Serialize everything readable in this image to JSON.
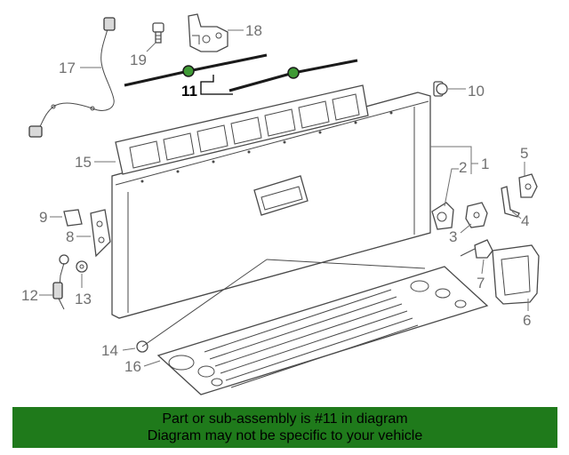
{
  "callouts": {
    "c1": "1",
    "c2": "2",
    "c3": "3",
    "c4": "4",
    "c5": "5",
    "c6": "6",
    "c7": "7",
    "c8": "8",
    "c9": "9",
    "c10": "10",
    "c11": "11",
    "c12": "12",
    "c13": "13",
    "c14": "14",
    "c15": "15",
    "c16": "16",
    "c17": "17",
    "c18": "18",
    "c19": "19"
  },
  "banner": {
    "line1": "Part or sub-assembly is #11 in diagram",
    "line2": "Diagram may not be specific to your vehicle"
  },
  "colors": {
    "banner_bg": "#1f7a1b",
    "highlight_part": "#3f9a35",
    "callout_text": "#707070"
  },
  "highlighted_callout": "11"
}
